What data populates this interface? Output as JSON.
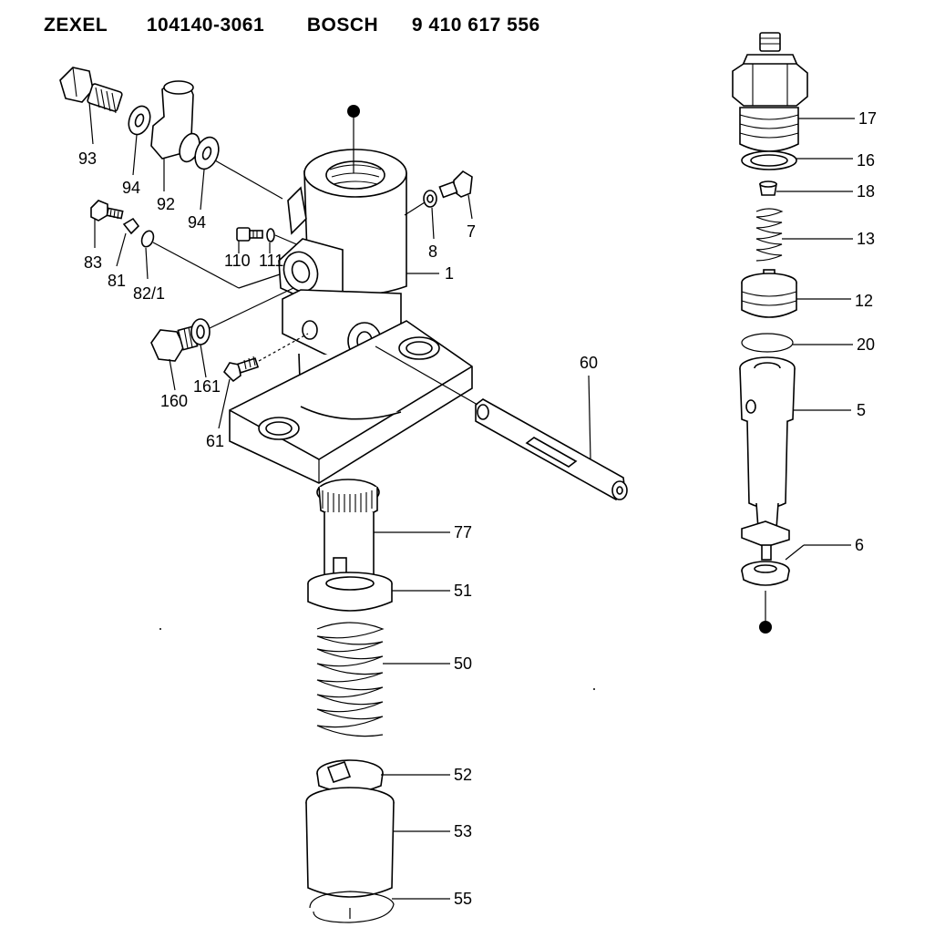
{
  "header": {
    "brand_1": "ZEXEL",
    "part_1": "104140-3061",
    "brand_2": "BOSCH",
    "part_2": "9 410 617 556"
  },
  "callouts": {
    "c93": "93",
    "c94a": "94",
    "c92": "92",
    "c94b": "94",
    "c83": "83",
    "c81": "81",
    "c82": "82/1",
    "c110": "110",
    "c111": "111",
    "c8": "8",
    "c7": "7",
    "c1": "1",
    "c160": "160",
    "c161": "161",
    "c61": "61",
    "c60": "60",
    "c77": "77",
    "c51": "51",
    "c50": "50",
    "c52": "52",
    "c53": "53",
    "c55": "55",
    "c17": "17",
    "c16": "16",
    "c18": "18",
    "c13": "13",
    "c12": "12",
    "c20": "20",
    "c5": "5",
    "c6": "6"
  }
}
